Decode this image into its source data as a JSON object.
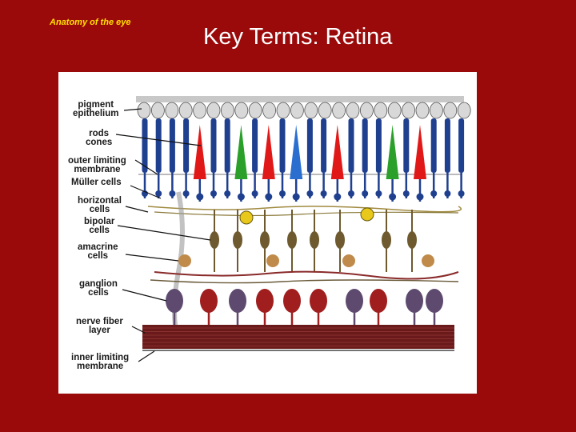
{
  "slide": {
    "corner_title": "Anatomy of the eye",
    "title": "Key Terms: Retina"
  },
  "diagram": {
    "labels": [
      {
        "line1": "pigment",
        "line2": "epithelium"
      },
      {
        "line1": "rods",
        "line2": "cones"
      },
      {
        "line1": "outer limiting",
        "line2": "membrane"
      },
      {
        "line1": "Müller cells",
        "line2": ""
      },
      {
        "line1": "horizontal",
        "line2": "cells"
      },
      {
        "line1": "bipolar",
        "line2": "cells"
      },
      {
        "line1": "amacrine",
        "line2": "cells"
      },
      {
        "line1": "ganglion",
        "line2": "cells"
      },
      {
        "line1": "nerve fiber",
        "line2": "layer"
      },
      {
        "line1": "inner limiting",
        "line2": "membrane"
      }
    ],
    "colors": {
      "slide_background": "#9b0a0a",
      "corner_title": "#ffe000",
      "rod": "#1f3f8f",
      "cone_red": "#e01818",
      "cone_green": "#2aa02a",
      "cone_blue": "#2a6fd0",
      "neuron": "#6e5a2e",
      "amacrine": "#c08a4a",
      "ganglion": "#5e4a6e",
      "ganglion_red": "#a01e1e",
      "nerve_fiber": "#6a1a1a",
      "horizontal": "#e8c81a"
    }
  }
}
